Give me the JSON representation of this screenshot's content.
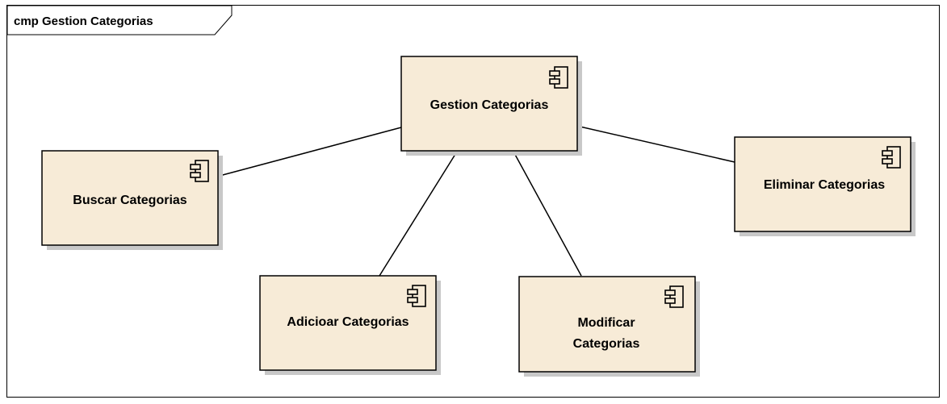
{
  "frame": {
    "title": "cmp Gestion Categorias"
  },
  "components": {
    "gestion": {
      "label": "Gestion Categorias"
    },
    "buscar": {
      "label": "Buscar Categorias"
    },
    "eliminar": {
      "label": "Eliminar Categorias"
    },
    "adicionar": {
      "label": "Adicioar Categorias"
    },
    "modificar": {
      "label_line1": "Modificar",
      "label_line2": "Categorias"
    }
  },
  "colors": {
    "component_fill": "#F7EBD7",
    "shadow": "#C8C8C8",
    "stroke": "#000000"
  },
  "icons": [
    "component-icon"
  ]
}
